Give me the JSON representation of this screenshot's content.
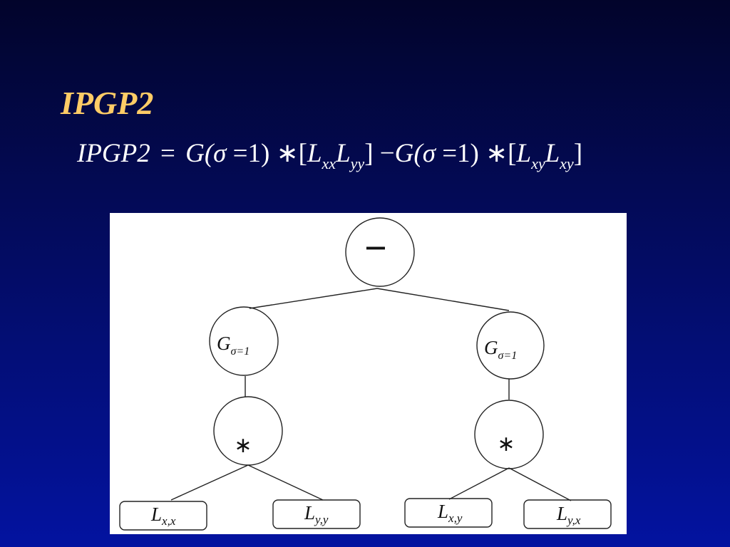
{
  "slide": {
    "title": "IPGP2"
  },
  "formula": {
    "lhs": "IPGP2",
    "eq": "=",
    "g1": "G(",
    "sigma1": "σ",
    "eq1": " =1)",
    "star1": "∗",
    "bracket1_open": "[",
    "L1": "L",
    "sub1": "xx",
    "L2": "L",
    "sub2": "yy",
    "bracket1_close": "]",
    "minus": "−",
    "g2": "G(",
    "sigma2": "σ",
    "eq2": " =1)",
    "star2": "∗",
    "bracket2_open": "[",
    "L3": "L",
    "sub3": "xy",
    "L4": "L",
    "sub4": "xy",
    "bracket2_close": "]"
  },
  "tree": {
    "root": {
      "label": "−"
    },
    "left": {
      "gauss": {
        "G": "G",
        "sub": "σ=1"
      },
      "mult": {
        "label": "∗"
      },
      "leaf1": {
        "L": "L",
        "sub": "x,x"
      },
      "leaf2": {
        "L": "L",
        "sub": "y,y"
      }
    },
    "right": {
      "gauss": {
        "G": "G",
        "sub": "σ=1"
      },
      "mult": {
        "label": "∗"
      },
      "leaf1": {
        "L": "L",
        "sub": "x,y"
      },
      "leaf2": {
        "L": "L",
        "sub": "y,x"
      }
    }
  },
  "colors": {
    "title": "#ffcc66",
    "formula": "#ffffff",
    "background_top": "#02042b",
    "background_bottom": "#0313a0",
    "diagram_bg": "#ffffff",
    "diagram_ink": "#111111"
  }
}
